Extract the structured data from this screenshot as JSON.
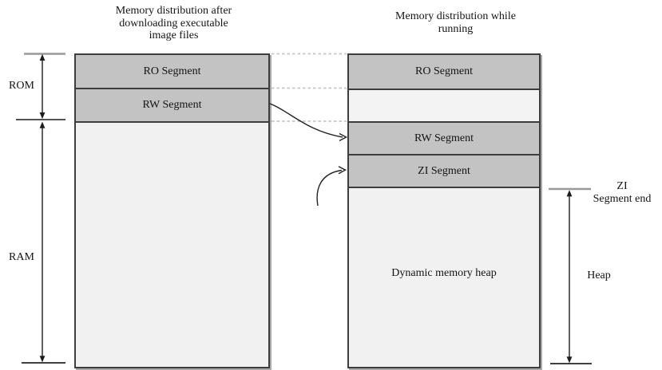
{
  "diagram": {
    "left": {
      "title": "Memory distribution after\ndownloading executable\nimage files",
      "segments": [
        "RO Segment",
        "RW Segment"
      ],
      "bracket_labels": {
        "rom": "ROM",
        "ram": "RAM"
      }
    },
    "right": {
      "title": "Memory distribution while\nrunning",
      "segments": [
        "RO Segment",
        "RW Segment",
        "ZI Segment"
      ],
      "heap_area_label": "Dynamic memory heap",
      "zi_end_label": "ZI\nSegment end",
      "heap_bracket_label": "Heap"
    },
    "colors": {
      "segment_fill": "#c3c3c3",
      "column_fill": "#f1f1f1",
      "border": "#3d3d3d",
      "dashed_line": "#c6c6c6",
      "gray_tick": "#999999",
      "arrow": "#1c1c1c"
    }
  }
}
